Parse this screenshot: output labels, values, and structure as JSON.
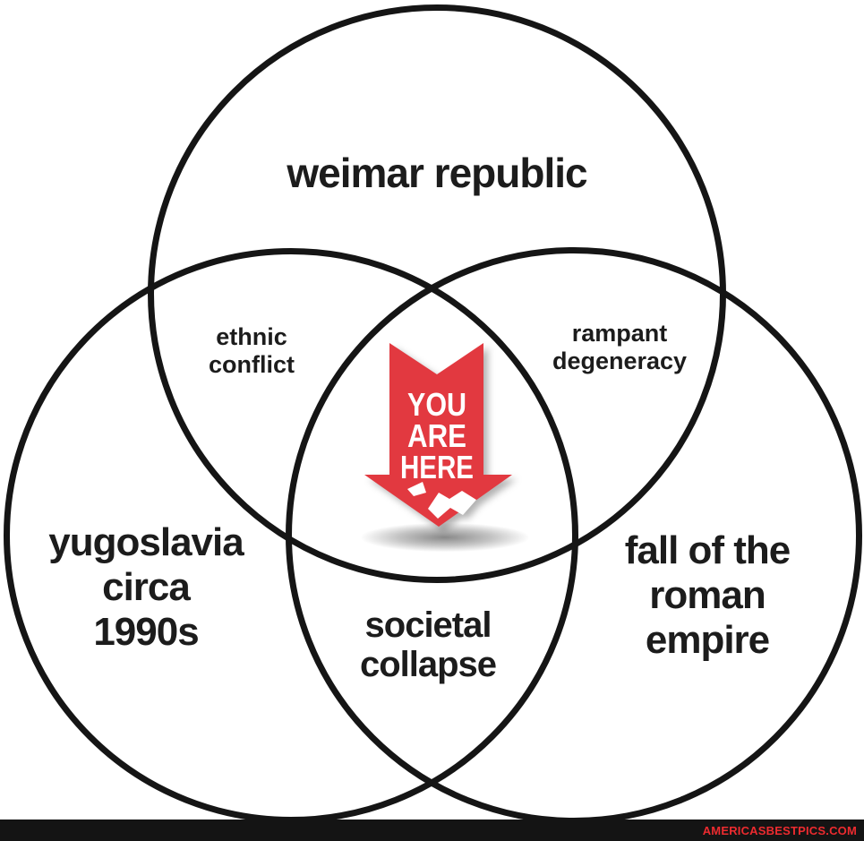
{
  "diagram": {
    "type": "venn",
    "circles": {
      "top": {
        "label": "weimar republic"
      },
      "bottom_left": {
        "lines": [
          "yugoslavia",
          "circa",
          "1990s"
        ]
      },
      "bottom_right": {
        "lines": [
          "fall of the",
          "roman",
          "empire"
        ]
      }
    },
    "overlaps": {
      "top_and_left": {
        "lines": [
          "ethnic",
          "conflict"
        ]
      },
      "top_and_right": {
        "lines": [
          "rampant",
          "degeneracy"
        ]
      },
      "left_and_right": {
        "lines": [
          "societal",
          "collapse"
        ]
      },
      "center": {
        "marker": "you-are-here-arrow"
      }
    },
    "center_marker": {
      "lines": [
        "YOU",
        "ARE",
        "HERE"
      ],
      "icon": "folded-map-icon"
    }
  },
  "watermark": {
    "text": "AMERICASBESTPICS.COM"
  },
  "colors": {
    "background": "#ffffff",
    "ink": "#1c1c1c",
    "circle_stroke": "#151515",
    "arrow_red": "#e23940",
    "watermark_bar": "#141414",
    "watermark_red": "#ed2b2f"
  }
}
